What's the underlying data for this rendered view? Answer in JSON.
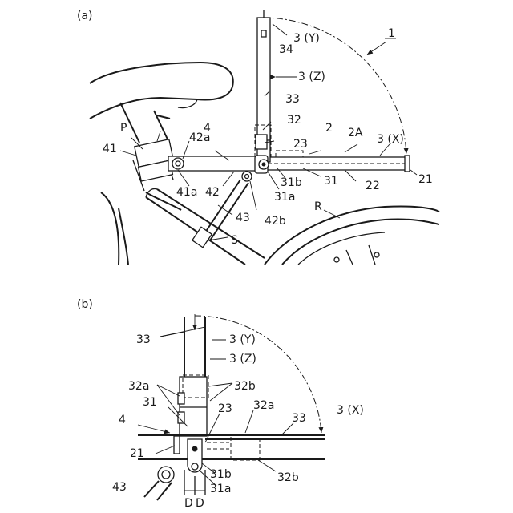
{
  "figure": {
    "panel_a": "(a)",
    "panel_b": "(b)",
    "labels_a": {
      "assembly": "1",
      "arrow_y": "3 (Y)",
      "arrow_z": "3 (Z)",
      "arrow_x": "3 (X)",
      "n34": "34",
      "n33": "33",
      "n32": "32",
      "n23": "23",
      "n2": "2",
      "n2A": "2A",
      "nP": "P",
      "n4": "4",
      "n41": "41",
      "n42a": "42a",
      "n41a": "41a",
      "n42": "42",
      "n31b": "31b",
      "n31": "31",
      "n22": "22",
      "n21": "21",
      "n31a": "31a",
      "n42b": "42b",
      "n43": "43",
      "nR": "R",
      "nS": "S"
    },
    "labels_b": {
      "n33_left": "33",
      "arrow_y": "3 (Y)",
      "arrow_z": "3 (Z)",
      "n32a": "32a",
      "n32b": "32b",
      "n31": "31",
      "n23": "23",
      "n32a_right": "32a",
      "n33_right": "33",
      "arrow_x": "3 (X)",
      "n4": "4",
      "n21": "21",
      "n31b": "31b",
      "n32b_right": "32b",
      "n43": "43",
      "n31a": "31a",
      "dim_d1": "D",
      "dim_d2": "D"
    }
  }
}
